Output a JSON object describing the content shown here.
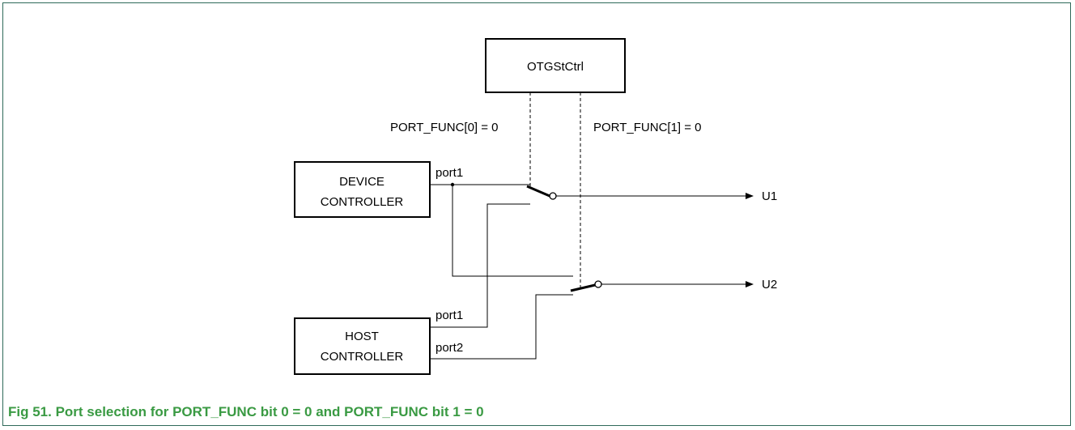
{
  "diagram": {
    "otg_block": {
      "label": "OTGStCtrl"
    },
    "signals": {
      "port_func_0": "PORT_FUNC[0] = 0",
      "port_func_1": "PORT_FUNC[1] = 0"
    },
    "device_controller": {
      "line1": "DEVICE",
      "line2": "CONTROLLER",
      "port1_label": "port1"
    },
    "host_controller": {
      "line1": "HOST",
      "line2": "CONTROLLER",
      "port1_label": "port1",
      "port2_label": "port2"
    },
    "outputs": {
      "u1": "U1",
      "u2": "U2"
    }
  },
  "caption": "Fig 51.   Port selection for PORT_FUNC bit 0 = 0 and PORT_FUNC bit 1 = 0",
  "colors": {
    "frame_border": "#2f6a5a",
    "caption": "#3a9a43",
    "lines": "#000000"
  }
}
